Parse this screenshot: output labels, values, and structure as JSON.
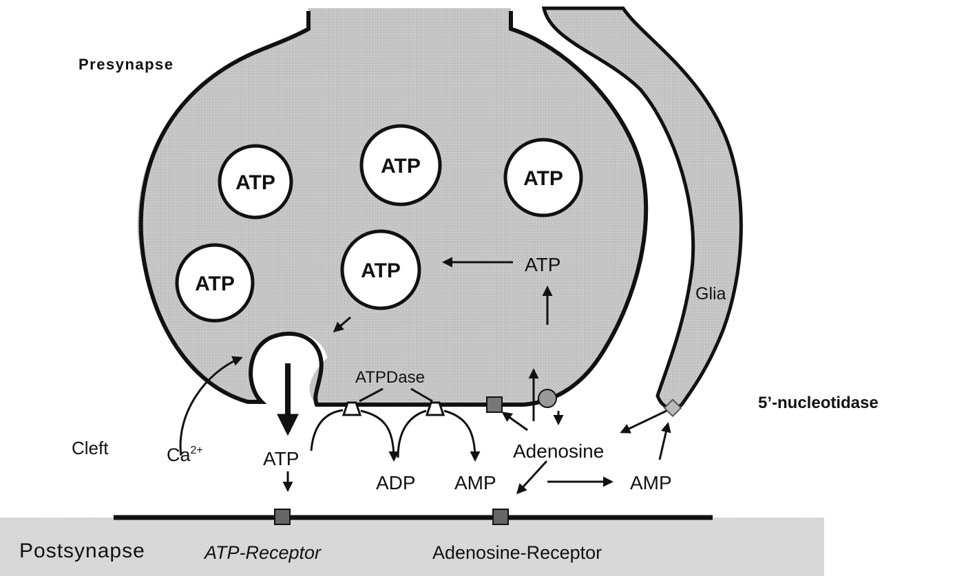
{
  "labels": {
    "presynapse": "Presynapse",
    "glia": "Glia",
    "nucleotidase": "5’-nucleotidase",
    "cleft": "Cleft",
    "calcium": "Ca",
    "calcium_charge": "2+",
    "atp_released": "ATP",
    "atpdase": "ATPDase",
    "adp": "ADP",
    "amp_cleft": "AMP",
    "adenosine": "Adenosine",
    "amp_glia": "AMP",
    "atp_cytosol": "ATP",
    "postsynapse": "Postsynapse",
    "atp_receptor": "ATP-Receptor",
    "adenosine_receptor": "Adenosine-Receptor"
  },
  "vesicles": [
    "ATP",
    "ATP",
    "ATP",
    "ATP",
    "ATP"
  ],
  "colors": {
    "cell_fill": "#c9c9c9",
    "postsynapse_fill": "#d8d8d8",
    "outline": "#111111",
    "vesicle_fill": "#ffffff"
  }
}
